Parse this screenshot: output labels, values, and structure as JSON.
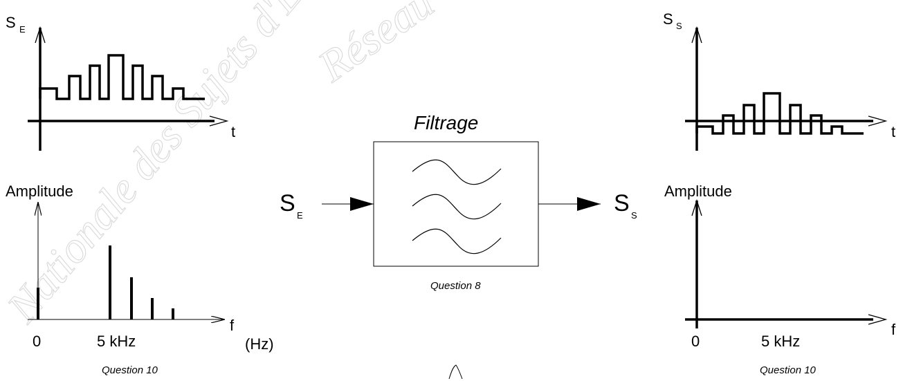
{
  "watermark": {
    "line1": "Réseau",
    "line2": "Nationale des Sujets d'Examen"
  },
  "input_time_plot": {
    "y_label": "S",
    "y_label_sub": "E",
    "x_label": "t"
  },
  "input_spectrum_plot": {
    "y_label": "Amplitude",
    "x_label": "f",
    "x_unit": "(Hz)",
    "tick_0": "0",
    "tick_5k": "5 kHz",
    "caption": "Question 10"
  },
  "filter_block": {
    "title": "Filtrage",
    "caption": "Question 8",
    "input_label": "S",
    "input_sub": "E",
    "output_label": "S",
    "output_sub": "S"
  },
  "output_time_plot": {
    "y_label": "S",
    "y_label_sub": "S",
    "x_label": "t"
  },
  "output_spectrum_plot": {
    "y_label": "Amplitude",
    "x_label": "f",
    "tick_0": "0",
    "tick_5k": "5 kHz",
    "caption": "Question 10"
  }
}
